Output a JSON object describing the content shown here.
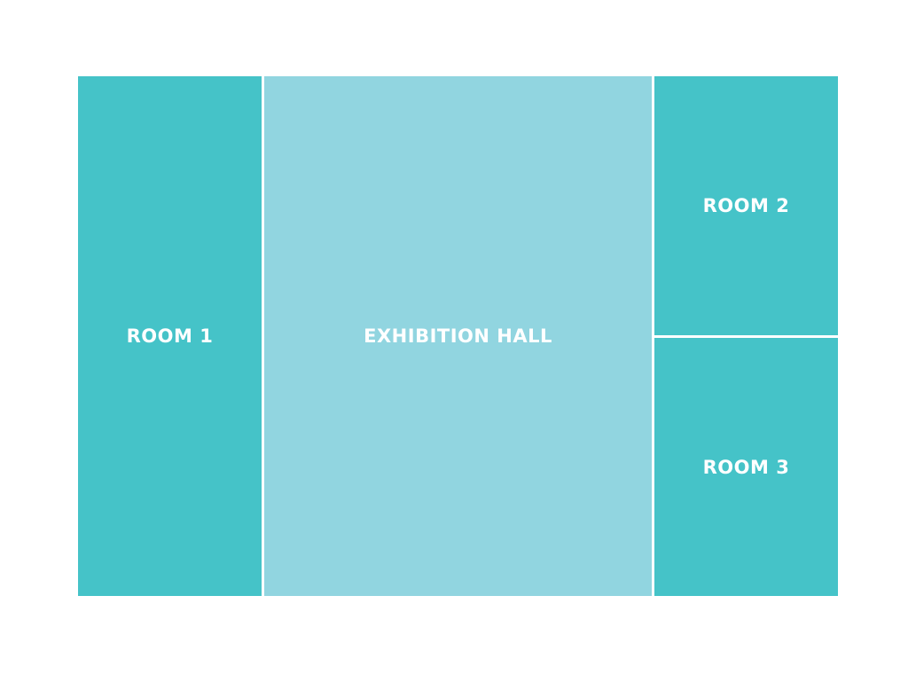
{
  "colors": {
    "room": "#45C3C8",
    "hall": "#91D5E0",
    "text": "#FFFFFF"
  },
  "rooms": [
    {
      "id": "r1",
      "label": "ROOM 1",
      "type": "room"
    },
    {
      "id": "hall",
      "label": "EXHIBITION HALL",
      "type": "hall"
    },
    {
      "id": "r2",
      "label": "ROOM 2",
      "type": "room"
    },
    {
      "id": "r3",
      "label": "ROOM 3",
      "type": "room"
    }
  ]
}
